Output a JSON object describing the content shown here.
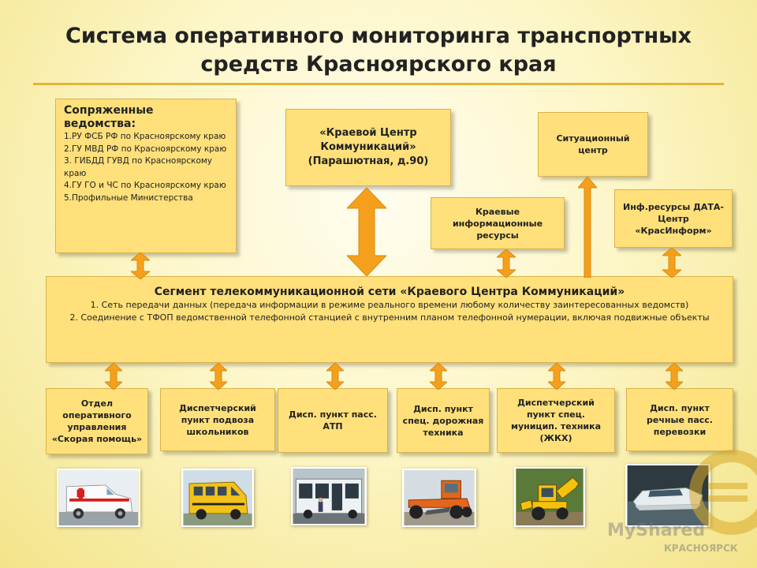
{
  "title": "Система оперативного мониторинга транспортных средств Красноярского края",
  "agencies": {
    "heading": "Сопряженные ведомства:",
    "items": [
      "1.РУ ФСБ  РФ по Красноярскому  краю",
      "2.ГУ МВД РФ  по Красноярскому  краю",
      "3.    ГИБДД  ГУВД по Красноярскому  краю",
      "4.ГУ    ГО и ЧС по Красноярскому  краю",
      "5.Профильные  Министерства"
    ]
  },
  "center_box": {
    "line1": "«Краевой Центр Коммуникаций»",
    "line2": "(Парашютная, д.90)"
  },
  "situation_center": "Ситуационный центр",
  "regional_resources": "Краевые информационные ресурсы",
  "data_center": "Инф.ресурсы ДАТА-Центр «КрасИнформ»",
  "segment": {
    "heading": "Сегмент телекоммуникационной сети «Краевого Центра Коммуникаций»",
    "items": [
      "1. Сеть передачи данных (передача информации в режиме реального времени любому количеству заинтересованных ведомств)",
      "2. Соединение с ТФОП ведомственной телефонной станцией с внутренним планом телефонной нумерации, включая подвижные объекты"
    ]
  },
  "units": [
    {
      "label": "Отдел оперативного управления «Скорая помощь»"
    },
    {
      "label": "Диспетчерский пункт подвоза школьников"
    },
    {
      "label": "Дисп. пункт пасс. АТП"
    },
    {
      "label": "Дисп. пункт спец. дорожная техника"
    },
    {
      "label": "Диспетчерский пункт спец. муницип. техника (ЖКХ)"
    },
    {
      "label": "Дисп. пункт речные пасс. перевозки"
    }
  ],
  "watermark": {
    "brand": "MyShared",
    "city": "КРАСНОЯРСК"
  },
  "colors": {
    "box_fill": "#ffe07a",
    "arrow": "#f5a01c",
    "accent_rule": "#e3b43a"
  }
}
